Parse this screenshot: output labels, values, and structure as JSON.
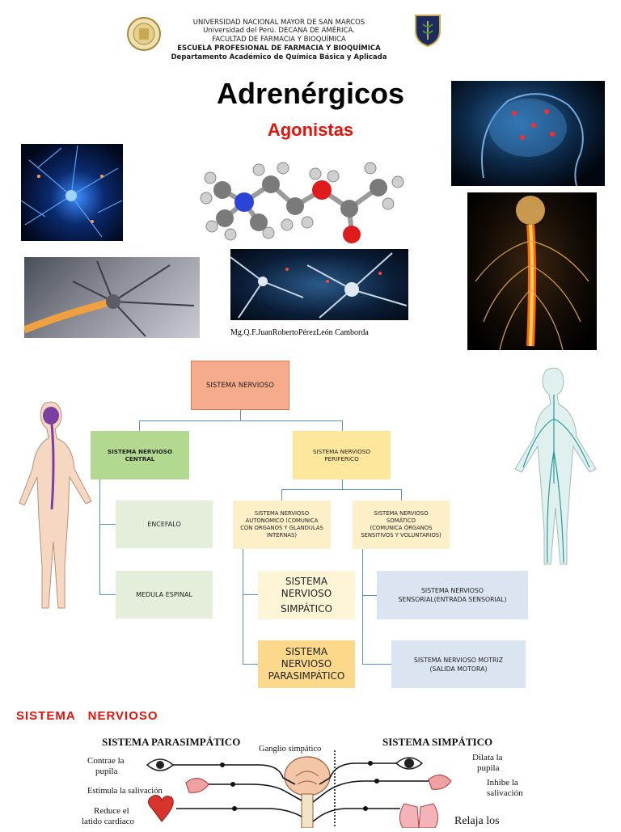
{
  "header": {
    "lines": [
      "UNIVERSIDAD NACIONAL MAYOR DE SAN MARCOS",
      "Universidad del Perú. DECANA DE AMÉRICA.",
      "FACULTAD DE FARMACIA Y BIOQUÍMICA",
      "ESCUELA PROFESIONAL DE FARMACIA Y BIOQUÍMICA",
      "Departamento Académico de Química Básica y Aplicada"
    ]
  },
  "title": "Adrenérgicos",
  "subtitle": "Agonistas",
  "author": "Mg.Q.F.JuanRobertoPérezLeón Camborda",
  "chart": {
    "root": "SISTEMA NERVIOSO",
    "central": "SISTEMA NERVIOSO CENTRAL",
    "peripheral": [
      "SISTEMA NERVIOSO",
      "PERIFERICO"
    ],
    "encephalon": "ENCEFALO",
    "spinal": "MEDULA ESPINAL",
    "autonomic": [
      "SISTEMA NERVIOSO",
      "AUTONOMICO (COMUNICA",
      "CON ORGANOS Y GLANDULAS",
      "INTERNAS)"
    ],
    "somatic": [
      "SISTEMA NERVIOSO",
      "SOMÁTICO",
      "(COMUNICA ÓRGANOS",
      "SENSITIVOS Y VOLUNTARIOS)"
    ],
    "sympathetic": [
      "SISTEMA",
      "NERVIOSO",
      "SIMPÁTICO"
    ],
    "parasympathetic": [
      "SISTEMA",
      "NERVIOSO",
      "PARASIMPÁTICO"
    ],
    "sensory": [
      "SISTEMA NERVIOSO",
      "SENSORIAL(ENTRADA SENSORIAL)"
    ],
    "motor": [
      "SISTEMA NERVIOSO MOTRIZ",
      "(SALIDA MOTORA)"
    ]
  },
  "section_title": "SISTEMA   NERVIOSO",
  "diagram": {
    "parasympathetic_title": "SISTEMA PARASIMPÁTICO",
    "sympathetic_title": "SISTEMA SIMPÁTICO",
    "ganglion": "Ganglio simpático",
    "left_labels": [
      "Contrae la",
      "pupila",
      "Estimula la salivación",
      "Reduce el",
      "latido cardiaco"
    ],
    "right_labels": [
      "Dilata la",
      "pupila",
      "Inhibe la",
      "salivación",
      "Relaja los"
    ]
  }
}
